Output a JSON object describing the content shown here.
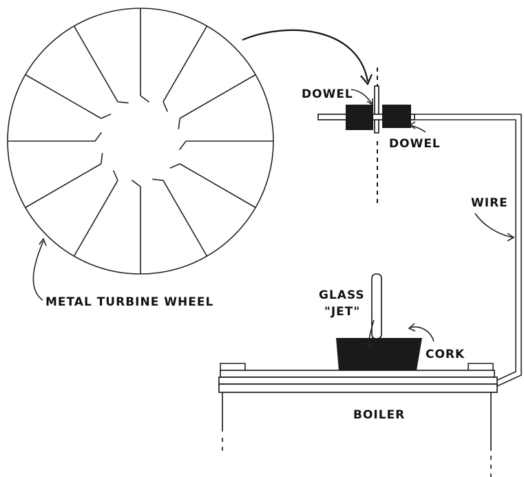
{
  "labels": {
    "dowel_top": "DOWEL",
    "dowel_right": "DOWEL",
    "wire": "WIRE",
    "glass": "GLASS",
    "jet": "\"JET\"",
    "cork": "CORK",
    "boiler": "BOILER",
    "turbine": "METAL TURBINE WHEEL"
  },
  "colors": {
    "ink": "#111111",
    "fill": "#1a1a1a",
    "paper": "#ffffff"
  }
}
